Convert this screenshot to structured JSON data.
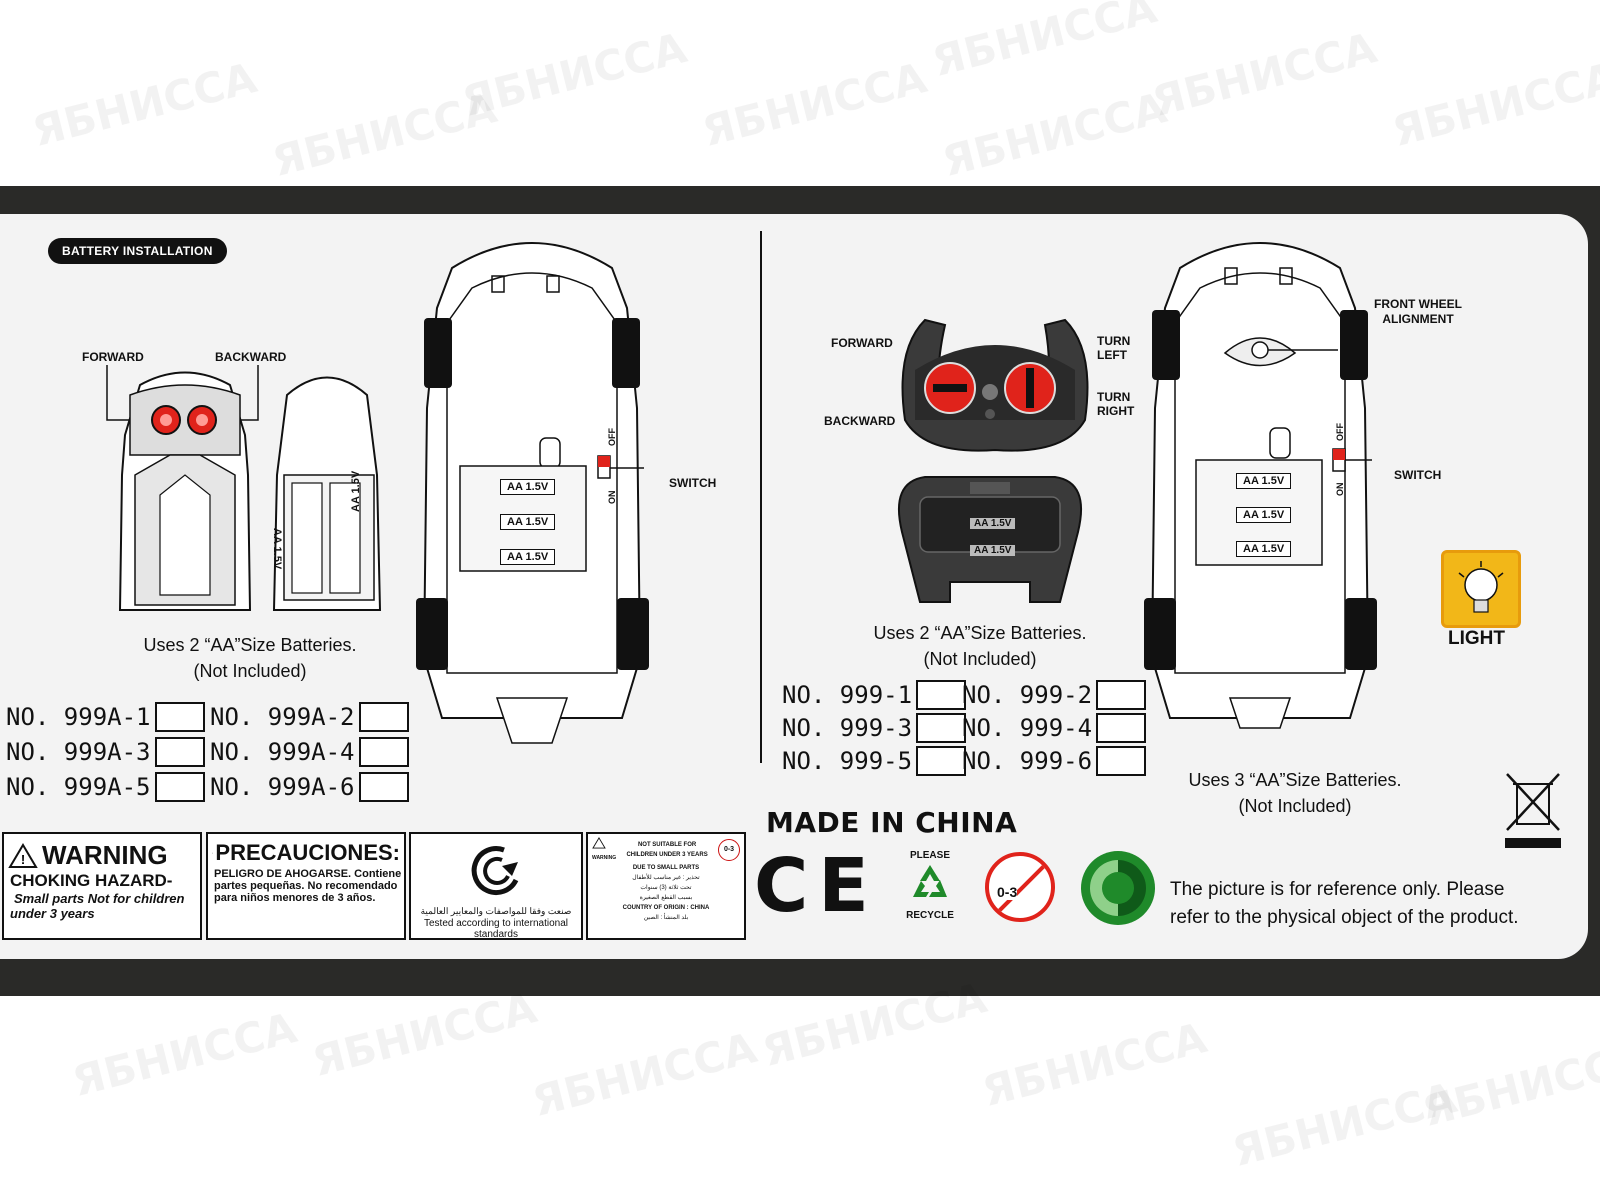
{
  "watermark": "ЯБНИССА",
  "left": {
    "badge": "BATTERY INSTALLATION",
    "forward": "FORWARD",
    "backward": "BACKWARD",
    "remote_battery_1": "AA 1.5V",
    "remote_battery_2": "AA 1.5V",
    "car_batteries": [
      "AA 1.5V",
      "AA 1.5V",
      "AA 1.5V"
    ],
    "switch_off": "OFF",
    "switch_on": "ON",
    "switch": "SWITCH",
    "uses_line1": "Uses 2 “AA”Size Batteries.",
    "uses_line2": "(Not Included)",
    "models": [
      "NO. 999A-1",
      "NO. 999A-2",
      "NO. 999A-3",
      "NO. 999A-4",
      "NO. 999A-5",
      "NO. 999A-6"
    ]
  },
  "right": {
    "forward": "FORWARD",
    "backward": "BACKWARD",
    "turn_left_1": "TURN",
    "turn_left_2": "LEFT",
    "turn_right_1": "TURN",
    "turn_right_2": "RIGHT",
    "remote_batteries": [
      "AA 1.5V",
      "AA 1.5V"
    ],
    "uses_line1": "Uses 2 “AA”Size Batteries.",
    "uses_line2": "(Not Included)",
    "models": [
      "NO. 999-1",
      "NO. 999-2",
      "NO. 999-3",
      "NO. 999-4",
      "NO. 999-5",
      "NO. 999-6"
    ],
    "front_wheel_1": "FRONT WHEEL",
    "front_wheel_2": "ALIGNMENT",
    "switch_off": "OFF",
    "switch_on": "ON",
    "switch": "SWITCH",
    "car_batteries": [
      "AA 1.5V",
      "AA 1.5V",
      "AA 1.5V"
    ],
    "light": "LIGHT",
    "uses3_line1": "Uses 3 “AA”Size Batteries.",
    "uses3_line2": "(Not Included)"
  },
  "footer": {
    "warning_title": "WARNING",
    "warning_sub": "CHOKING HAZARD-",
    "warning_text_1": "Small parts Not for children",
    "warning_text_2": "under 3 years",
    "prec_title": "PRECAUCIONES:",
    "prec_text_1": "PELIGRO DE AHOGARSE. Contiene",
    "prec_text_2": "partes pequeñas. No recomendado",
    "prec_text_3": "para niños menores de 3 años.",
    "tested_ar": "صنعت وفقا للمواصفات والمعايير العالمية",
    "tested": "Tested according to international standards",
    "small_1": "NOT SUITABLE FOR",
    "small_2": "CHILDREN UNDER 3 YEARS",
    "small_3": "DUE TO SMALL PARTS",
    "small_ar1": "تحذير : غير مناسب للأطفال",
    "small_ar2": "تحت ثلاثة (3) سنوات",
    "small_ar3": "بسبب القطع الصغيرة",
    "small_4": "COUNTRY OF ORIGIN : CHINA",
    "small_ar4": "بلد المنشأ : الصين",
    "small_warning": "WARNING",
    "age_badge": "0-3",
    "made_in": "MADE IN CHINA",
    "ce": "CE",
    "recycle_top": "PLEASE",
    "recycle_bottom": "RECYCLE",
    "age_icon": "0-3",
    "note_1": "The picture is for reference only. Please",
    "note_2": "refer to the physical object of the product."
  },
  "colors": {
    "box": "#2a2a28",
    "panel": "#f3f3f3",
    "red": "#e0231b",
    "light": "#f2b718",
    "green": "#1f8a2a"
  }
}
